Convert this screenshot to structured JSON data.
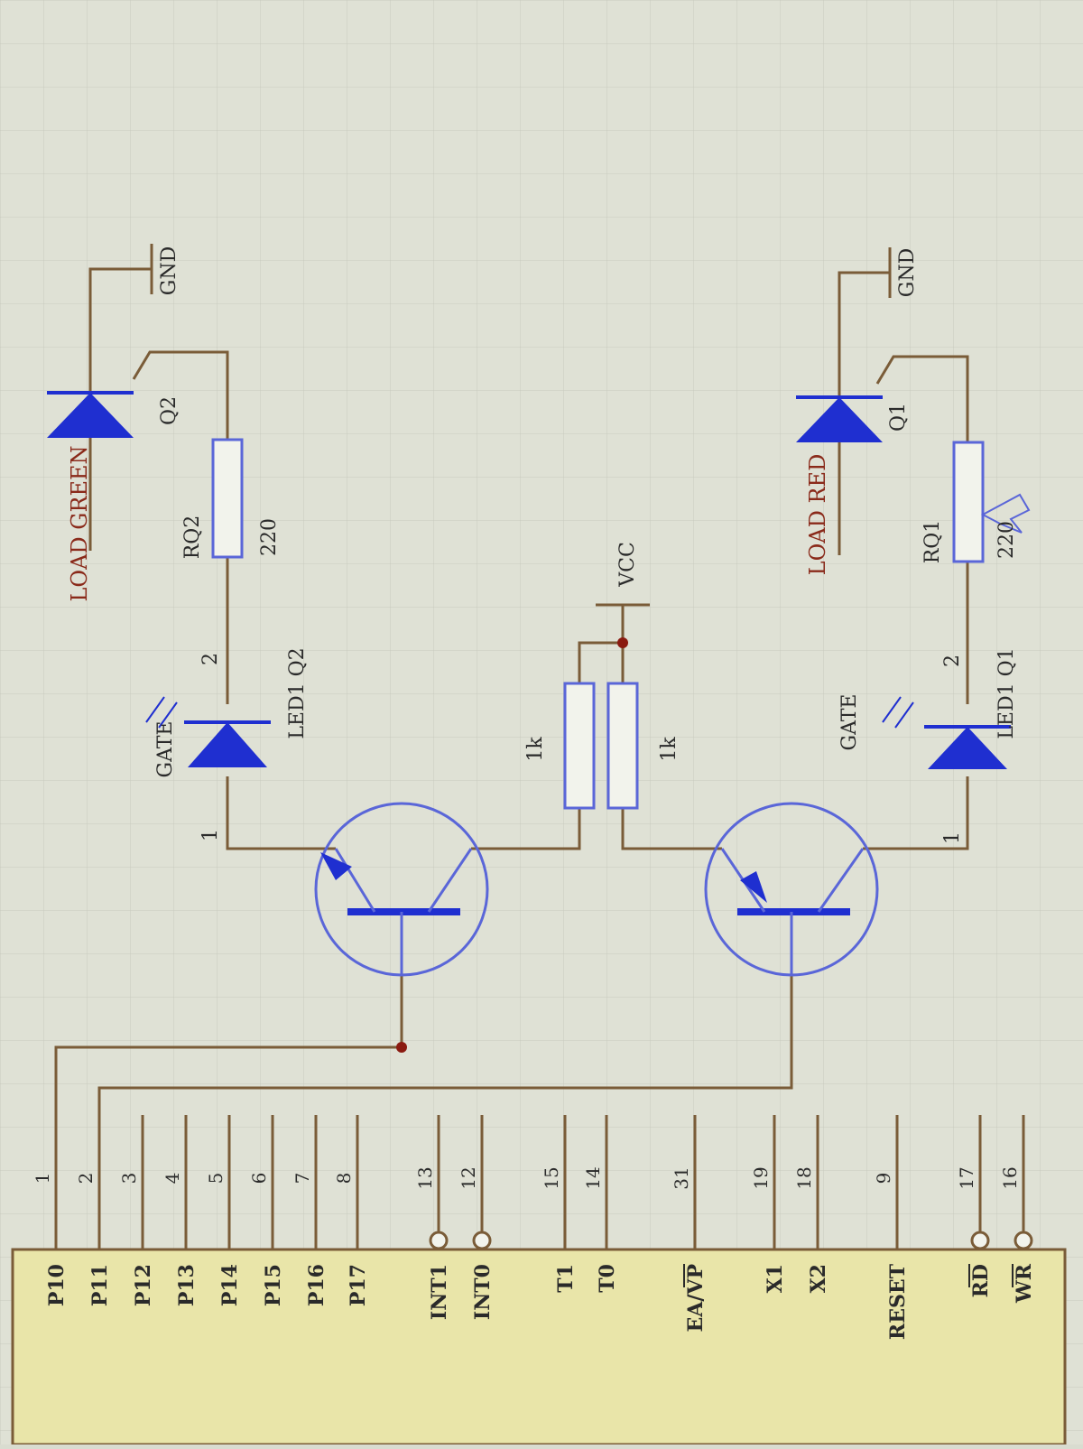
{
  "colors": {
    "paper": "#dfe1d5",
    "grid": "#c8cbbf",
    "wire": "#7a5c38",
    "component": "#1f2fd0",
    "outline": "#5a66d8",
    "label": "#2a2a2a",
    "net_label": "#8a2a1a",
    "junction": "#8a1a10",
    "chip_fill": "#e9e5a9"
  },
  "chip": {
    "pins": [
      {
        "name": "P10",
        "number": "1"
      },
      {
        "name": "P11",
        "number": "2"
      },
      {
        "name": "P12",
        "number": "3"
      },
      {
        "name": "P13",
        "number": "4"
      },
      {
        "name": "P14",
        "number": "5"
      },
      {
        "name": "P15",
        "number": "6"
      },
      {
        "name": "P16",
        "number": "7"
      },
      {
        "name": "P17",
        "number": "8"
      },
      {
        "name": "INT1",
        "number": "13"
      },
      {
        "name": "INT0",
        "number": "12"
      },
      {
        "name": "T1",
        "number": "15"
      },
      {
        "name": "T0",
        "number": "14"
      },
      {
        "name": "EA/VP",
        "number": "31"
      },
      {
        "name": "X1",
        "number": "19"
      },
      {
        "name": "X2",
        "number": "18"
      },
      {
        "name": "RESET",
        "number": "9"
      },
      {
        "name": "RD",
        "number": "17"
      },
      {
        "name": "WR",
        "number": "16"
      }
    ]
  },
  "green_channel": {
    "led_ref": "LED1 Q2",
    "gate_label": "GATE",
    "pin1": "1",
    "pin2": "2",
    "resistor_ref": "RQ2",
    "resistor_value": "220",
    "net_label": "LOAD GREEN",
    "triac_ref": "Q2",
    "ground": "GND"
  },
  "red_channel": {
    "led_ref": "LED1 Q1",
    "gate_label": "GATE",
    "pin1": "1",
    "pin2": "2",
    "resistor_ref": "RQ1",
    "resistor_value": "220",
    "net_label": "LOAD RED",
    "triac_ref": "Q1",
    "ground": "GND"
  },
  "pullups": {
    "left_value": "1k",
    "right_value": "1k",
    "supply": "VCC"
  }
}
